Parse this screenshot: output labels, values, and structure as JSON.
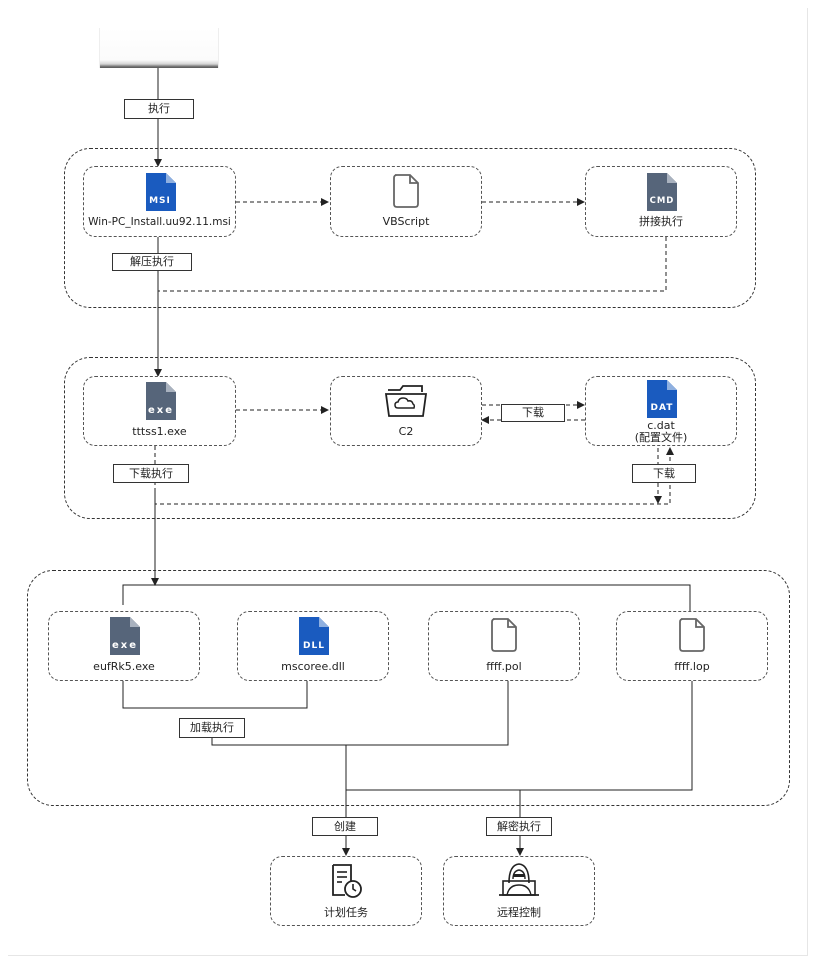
{
  "colors": {
    "file_blue": "#1a5bbf",
    "file_grey": "#56657a",
    "line": "#222222"
  },
  "labels": {
    "exec": "执行",
    "unzip_exec": "解压执行",
    "download_exec": "下载执行",
    "download_a": "下载",
    "download_b": "下载",
    "load_exec": "加载执行",
    "create": "创建",
    "decrypt_exec": "解密执行"
  },
  "nodes": {
    "msi": {
      "label": "Win-PC_Install.uu92.11.msi",
      "badge": "MSI",
      "icon": "file-msi-icon"
    },
    "vbs": {
      "label": "VBScript",
      "icon": "file-outline-icon"
    },
    "cmd": {
      "label": "拼接执行",
      "badge": "CMD",
      "icon": "file-cmd-icon"
    },
    "tttss": {
      "label": "tttss1.exe",
      "badge": "exe",
      "icon": "file-exe-icon"
    },
    "c2": {
      "label": "C2",
      "icon": "cloud-folder-icon"
    },
    "cdat": {
      "label": "c.dat",
      "label2": "(配置文件)",
      "badge": "DAT",
      "icon": "file-dat-icon"
    },
    "eufrk": {
      "label": "eufRk5.exe",
      "badge": "exe",
      "icon": "file-exe-icon"
    },
    "mscoree": {
      "label": "mscoree.dll",
      "badge": "DLL",
      "icon": "file-dll-icon"
    },
    "ffffpol": {
      "label": "ffff.pol",
      "icon": "file-outline-icon"
    },
    "fffflop": {
      "label": "ffff.lop",
      "icon": "file-outline-icon"
    },
    "task": {
      "label": "计划任务",
      "icon": "scheduled-task-icon"
    },
    "remote": {
      "label": "远程控制",
      "icon": "hacker-icon"
    }
  }
}
